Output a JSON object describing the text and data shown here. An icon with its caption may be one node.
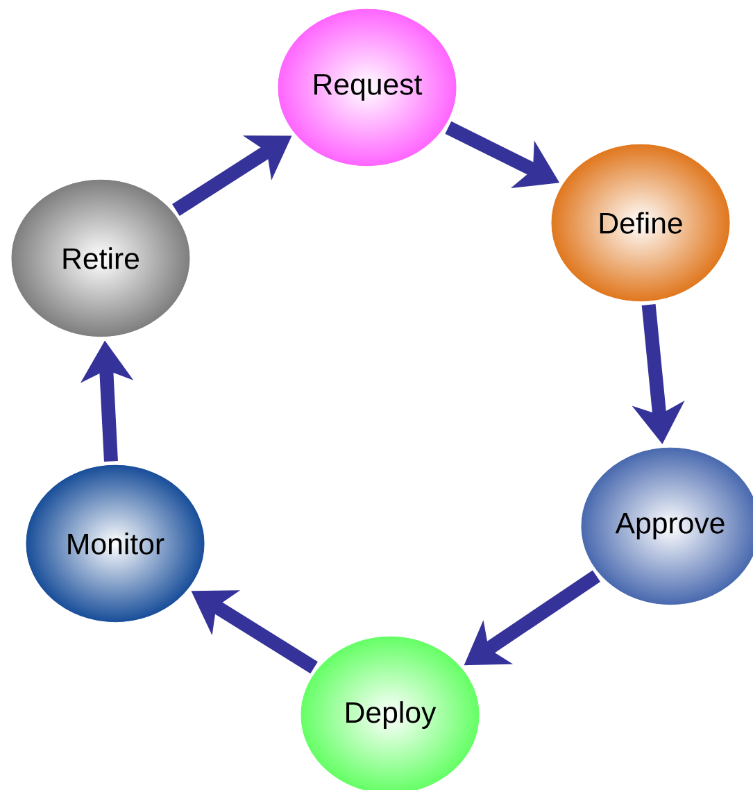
{
  "diagram": {
    "nodes": [
      {
        "text": [
          "Request"
        ]
      },
      {
        "text": [
          "Define"
        ]
      },
      {
        "text": [
          "Approve"
        ]
      },
      {
        "text": [
          "Deploy"
        ]
      },
      {
        "text": [
          "Monitor"
        ]
      },
      {
        "text": [
          "Retire"
        ]
      }
    ],
    "edges": [
      {
        "from": 0,
        "to": 1,
        "arrow": "to"
      },
      {
        "from": 1,
        "to": 2,
        "arrow": "to"
      },
      {
        "from": 2,
        "to": 3,
        "arrow": "to"
      },
      {
        "from": 3,
        "to": 4,
        "arrow": "to"
      },
      {
        "from": 4,
        "to": 5,
        "arrow": "to"
      },
      {
        "from": 5,
        "to": 0,
        "arrow": "to"
      }
    ]
  }
}
